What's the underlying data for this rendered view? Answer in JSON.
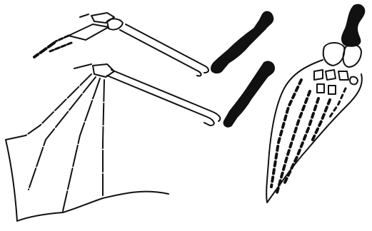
{
  "figure": {
    "background": "#ffffff",
    "ink": "#111111",
    "panels": [
      {
        "id": "bird-wing"
      },
      {
        "id": "bat-wing"
      },
      {
        "id": "whale-flipper"
      }
    ]
  }
}
